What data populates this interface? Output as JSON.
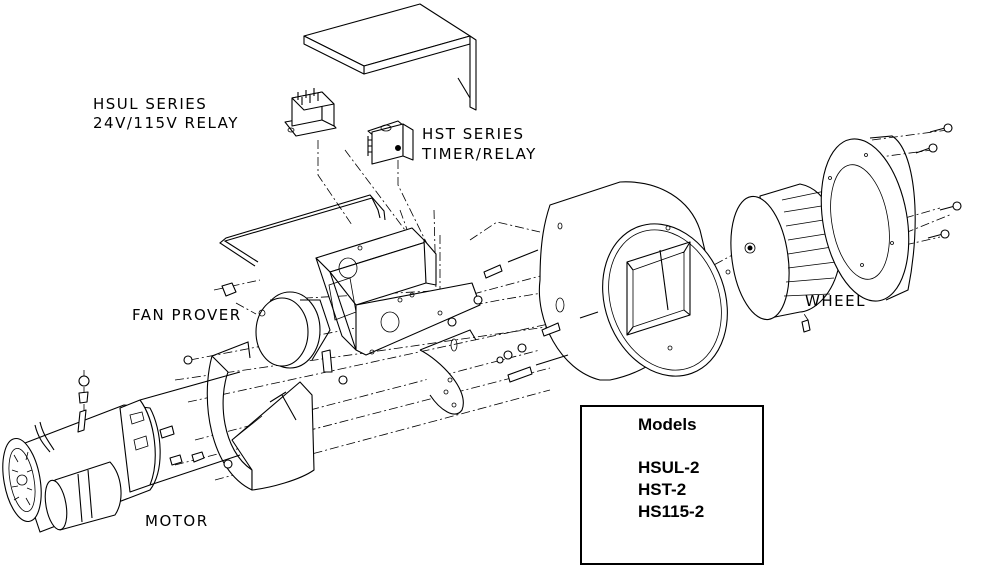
{
  "diagram": {
    "type": "exploded parts diagram",
    "labels": {
      "hsul_line1": "HSUL SERIES",
      "hsul_line2": "24V/115V RELAY",
      "hst_line1": "HST SERIES",
      "hst_line2": "TIMER/RELAY",
      "fan_prover": "FAN PROVER",
      "wheel": "WHEEL",
      "motor": "MOTOR"
    },
    "models_box": {
      "title": "Models",
      "items": [
        "HSUL-2",
        "HST-2",
        "HS115-2"
      ]
    },
    "colors": {
      "line": "#000000",
      "background": "#ffffff"
    }
  }
}
